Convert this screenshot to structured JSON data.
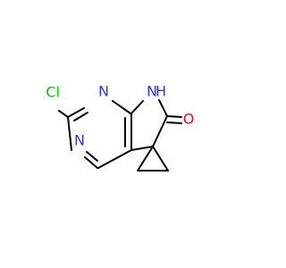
{
  "molecule": {
    "colors": {
      "carbon_bond": "#000000",
      "nitrogen": "#3333ff",
      "oxygen": "#ff0000",
      "chlorine": "#00cc00"
    },
    "atoms": {
      "cl": {
        "label": "Cl"
      },
      "n_upper": {
        "label": "N"
      },
      "n_lower": {
        "label": "N"
      },
      "nh": {
        "label": "H"
      },
      "nh_n": {
        "label": "N"
      },
      "o": {
        "label": "O"
      }
    }
  }
}
